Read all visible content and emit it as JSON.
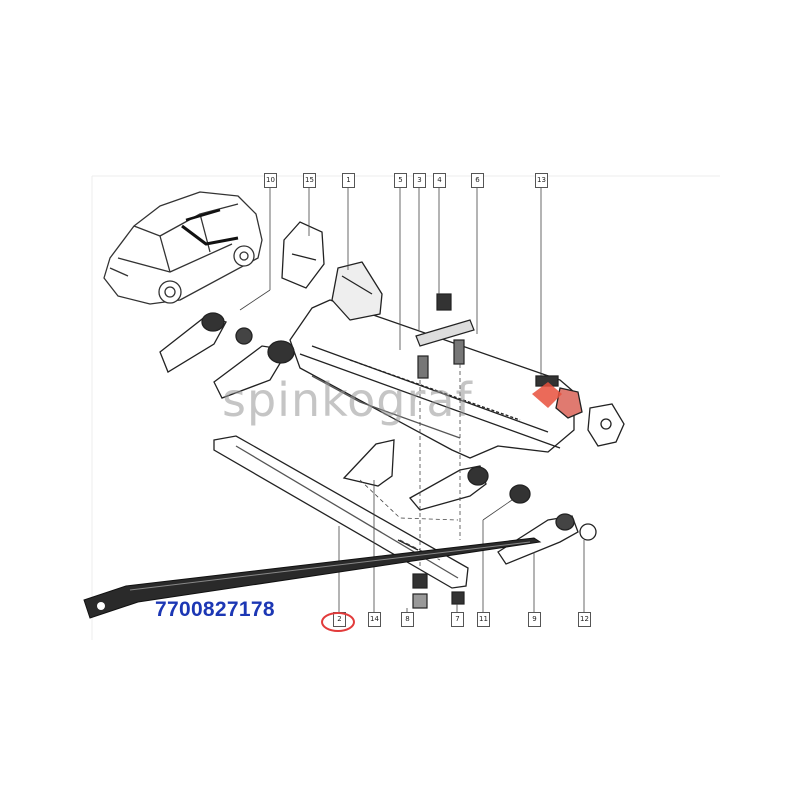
{
  "part_number": "7700827178",
  "watermark": "spinkograf",
  "callouts": {
    "c10": "10",
    "c15": "15",
    "c1": "1",
    "c5": "5",
    "c3": "3",
    "c4": "4",
    "c6": "6",
    "c13": "13",
    "c2": "2",
    "c14": "14",
    "c8": "8",
    "c7": "7",
    "c11": "11",
    "c9": "9",
    "c12": "12"
  },
  "colors": {
    "part_number": "#1c37b4",
    "highlight": "#e23b3b",
    "watermark_accent": "#e8503c"
  }
}
